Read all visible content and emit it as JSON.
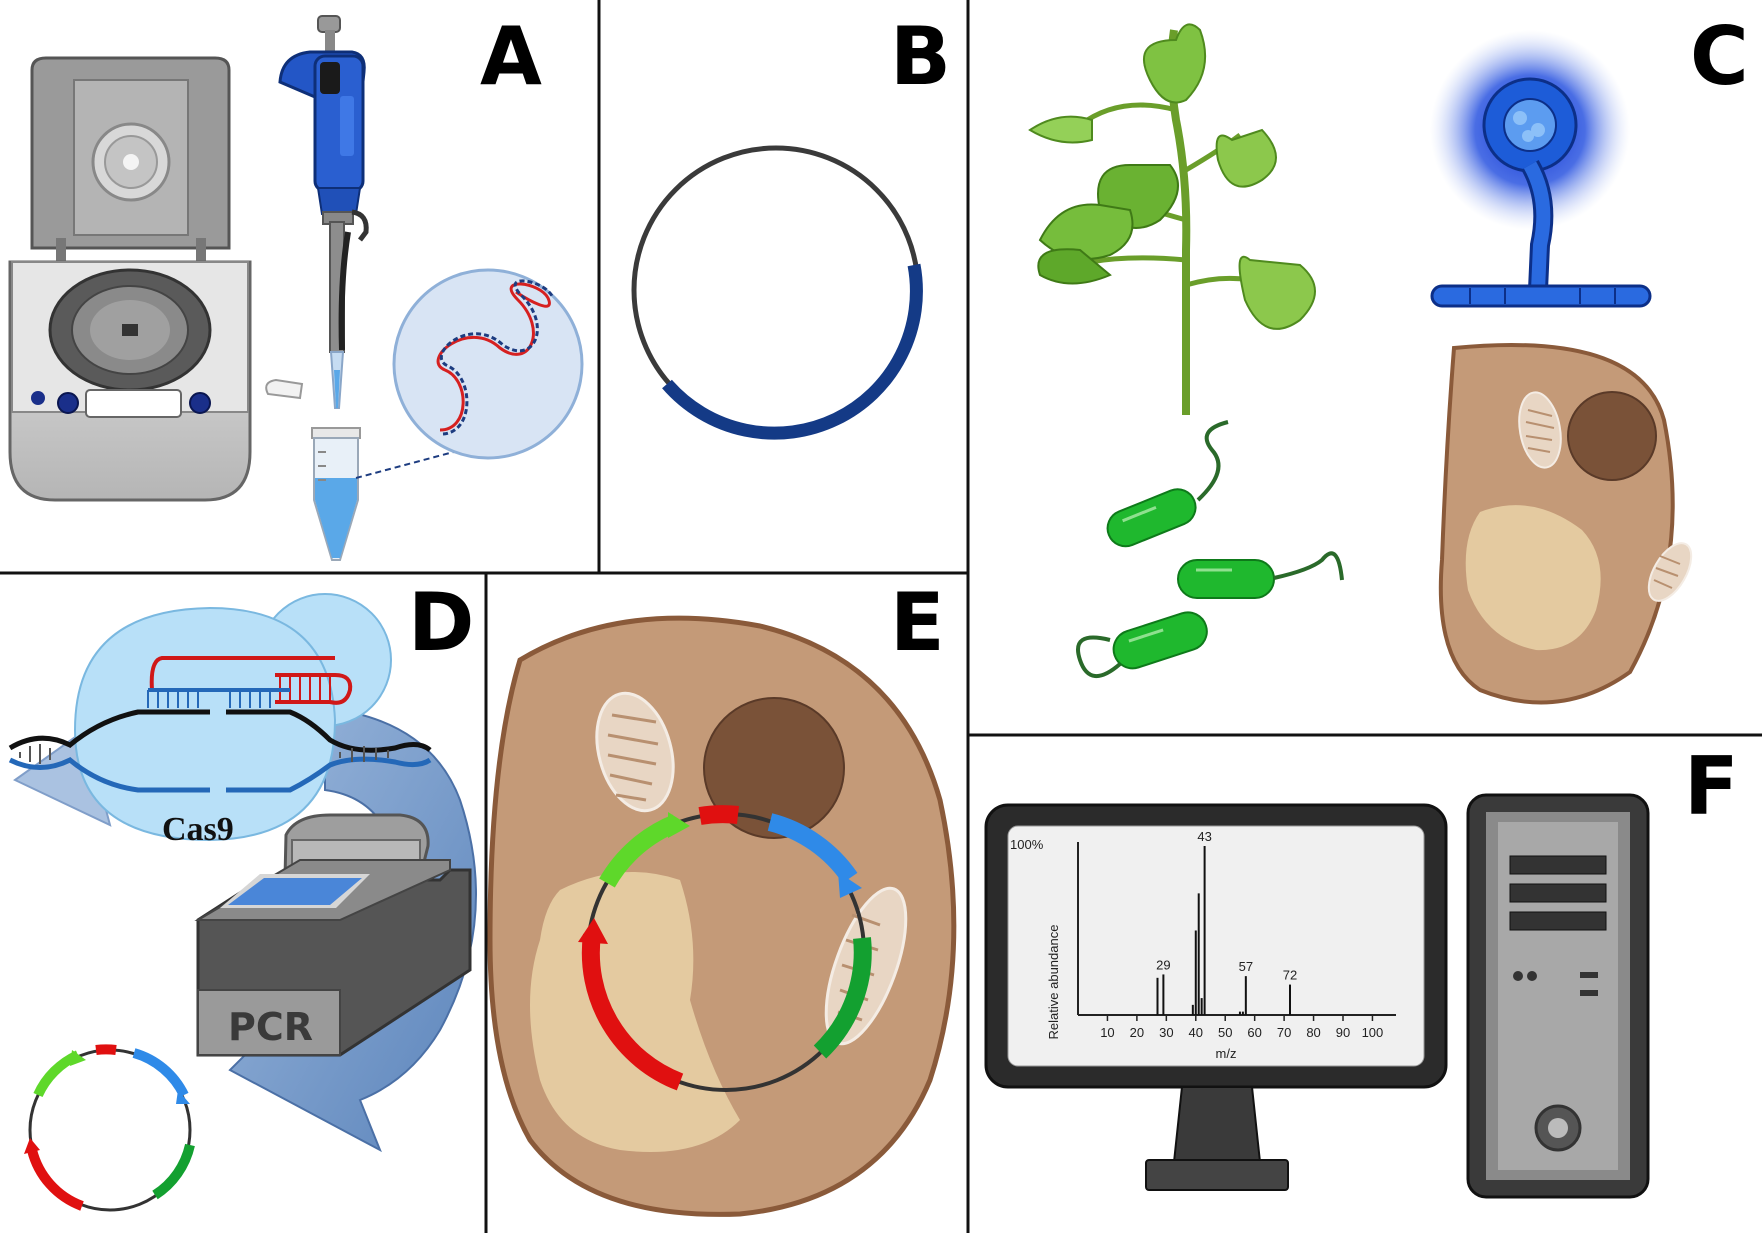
{
  "panels": {
    "a": "A",
    "b": "B",
    "c": "C",
    "d": "D",
    "e": "E",
    "f": "F"
  },
  "pcr_label": "PCR",
  "cas9_label": "Cas9",
  "colors": {
    "plasmid_dark_blue": "#143a86",
    "cell_body": "#c49a78",
    "cell_border": "#8a5a3a",
    "nucleus": "#7a5238",
    "vacuole": "#e4caa0",
    "gene_red": "#e01010",
    "gene_green_light": "#5ed82a",
    "gene_green_dark": "#13a030",
    "gene_blue": "#2f8ae8",
    "bacteria": "#1fb82e",
    "fungus_blue": "#1a5bd8",
    "monitor_frame": "#2b2b2b",
    "screen_bg": "#f0f0f0"
  },
  "icons": [
    "centrifuge-icon",
    "pipette-icon",
    "tube-icon",
    "dna-icon",
    "plant-icon",
    "fungus-icon",
    "bacteria-icon",
    "cell-icon",
    "mitochondria-icon",
    "pcr-machine-icon",
    "computer-tower-icon"
  ],
  "chart_data": {
    "type": "bar",
    "xlabel": "m/z",
    "ylabel": "Relative abundance",
    "y_top_label": "100%",
    "xlim": [
      0,
      108
    ],
    "ylim": [
      0,
      100
    ],
    "x_ticks": [
      10,
      20,
      30,
      40,
      50,
      60,
      70,
      80,
      90,
      100
    ],
    "peaks": [
      {
        "x": 27,
        "y": 22
      },
      {
        "x": 29,
        "y": 24,
        "label": "29"
      },
      {
        "x": 39,
        "y": 6
      },
      {
        "x": 40,
        "y": 50
      },
      {
        "x": 41,
        "y": 72
      },
      {
        "x": 42,
        "y": 10
      },
      {
        "x": 43,
        "y": 100,
        "label": "43"
      },
      {
        "x": 55,
        "y": 2
      },
      {
        "x": 56,
        "y": 2
      },
      {
        "x": 57,
        "y": 23,
        "label": "57"
      },
      {
        "x": 72,
        "y": 18,
        "label": "72"
      }
    ]
  }
}
